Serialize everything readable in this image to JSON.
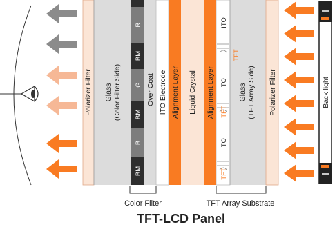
{
  "title": "TFT-LCD Panel",
  "layers": {
    "polarizer_left": "Polarizer Filter",
    "glass_cf_line1": "Glass",
    "glass_cf_line2": "(Color Filter Side)",
    "over_coat": "Over Coat",
    "ito_electrode": "ITO Electrode",
    "alignment_left": "Alignment Layer",
    "liquid_crystal": "Liquid Crystal",
    "alignment_right": "Alignment Layer",
    "glass_tft_line1": "Glass",
    "glass_tft_line2": "(TFT Array Side)",
    "polarizer_right": "Polarizer Filter"
  },
  "color_filter_cells": [
    "BM",
    "B",
    "BM",
    "G",
    "BM",
    "R"
  ],
  "tft_array_cells": [
    {
      "ito": "ITO",
      "tft": "TFT"
    },
    {
      "ito": "ITO",
      "tft": "TFT"
    },
    {
      "ito": "ITO",
      "tft": "TFT"
    }
  ],
  "backlight": "Back light",
  "captions": {
    "color_filter": "Color Filter",
    "tft_array_substrate": "TFT Array Substrate"
  },
  "colors": {
    "orange": "#f97b22",
    "light_orange": "#f6b896",
    "gray_arrow": "#8b8b8b",
    "glass": "#dcdcdc",
    "black_matrix": "#2e2e2e",
    "filter_cell": "#7d7d7d",
    "polarizer": "#fbe5d6"
  }
}
